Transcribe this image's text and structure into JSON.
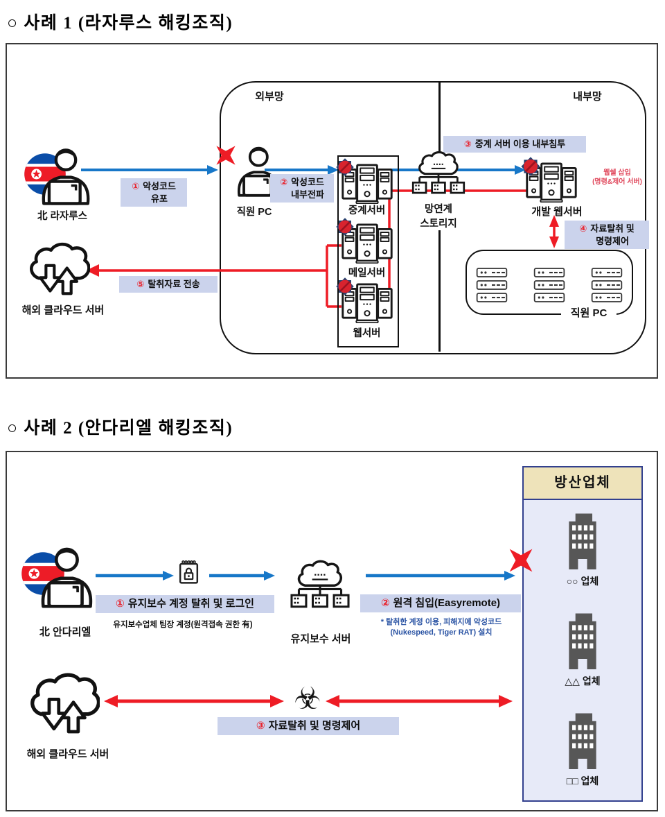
{
  "colors": {
    "arrow_blue": "#1777c8",
    "arrow_red": "#ee1c25",
    "step_label_bg": "#cbd3ec",
    "circled_number_red": "#e8232e",
    "defense_header_bg": "#eee3ba",
    "defense_panel_bg": "#e7eaf8",
    "defense_panel_border": "#32408e",
    "building_gray": "#575757",
    "webshell_text_red": "#e0485c",
    "note_blue": "#2b54a4"
  },
  "case1": {
    "title": "○ 사례 1 (라자루스 해킹조직)",
    "zone_external": "외부망",
    "zone_internal": "내부망",
    "attacker": "北 라자루스",
    "employee_pc": "직원 PC",
    "relay_server": "중계서버",
    "mail_server": "메일서버",
    "web_server": "웹서버",
    "storage": "망연계\n스토리지",
    "dev_web_server": "개발 웹서버",
    "webshell_note": "웹쉘 삽입\n(명령&제어 서버)",
    "internal_pc": "직원 PC",
    "cloud": "해외 클라우드 서버",
    "step1_num": "①",
    "step1_text": "악성코드\n유포",
    "step2_num": "②",
    "step2_text": "악성코드\n내부전파",
    "step3_num": "③",
    "step3_text": "중계 서버 이용 내부침투",
    "step4_num": "④",
    "step4_text": "자료탈취 및\n명령제어",
    "step5_num": "⑤",
    "step5_text": "탈취자료 전송"
  },
  "case2": {
    "title": "○ 사례 2 (안다리엘 해킹조직)",
    "panel_header": "방산업체",
    "company1": "○○ 업체",
    "company2": "△△ 업체",
    "company3": "□□ 업체",
    "attacker": "北 안다리엘",
    "maintenance_server": "유지보수 서버",
    "cloud": "해외 클라우드 서버",
    "biohazard_icon": "☣",
    "step1_num": "①",
    "step1_text": "유지보수 계정 탈취 및 로그인",
    "step1_note": "유지보수업체 팀장 계정(원격접속 권한 有)",
    "step2_num": "②",
    "step2_text": "원격 침입(Easyremote)",
    "step2_note": "* 탈취한 계정 이용, 피해지에 악성코드\n(Nukespeed, Tiger RAT) 설치",
    "step3_num": "③",
    "step3_text": "자료탈취 및 명령제어"
  }
}
